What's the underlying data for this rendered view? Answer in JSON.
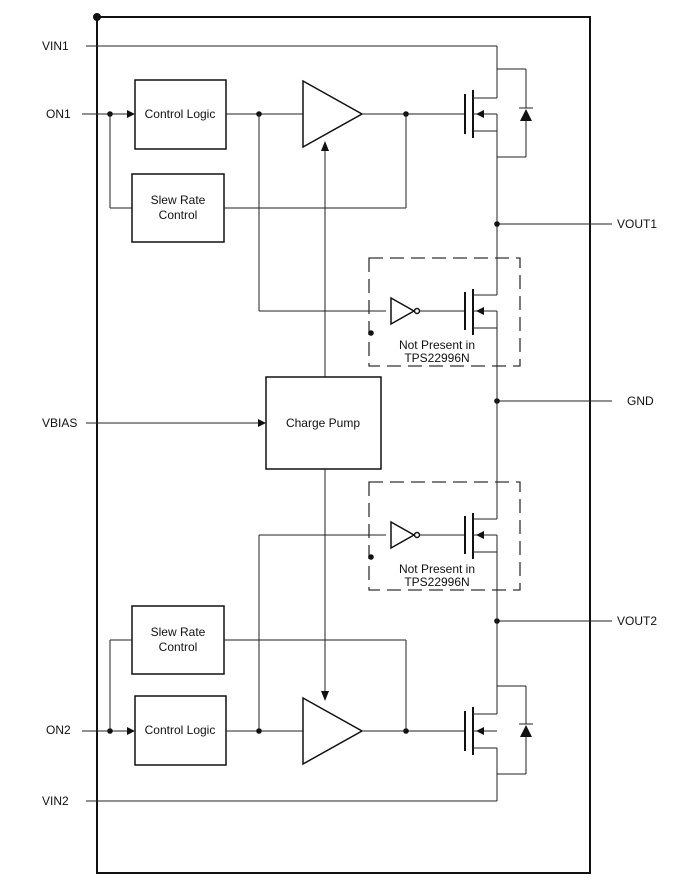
{
  "pins": {
    "vin1": "VIN1",
    "on1": "ON1",
    "vout1": "VOUT1",
    "vbias": "VBIAS",
    "gnd": "GND",
    "vout2": "VOUT2",
    "on2": "ON2",
    "vin2": "VIN2"
  },
  "blocks": {
    "control_logic_1": "Control Logic",
    "slew_rate_1_line1": "Slew Rate",
    "slew_rate_1_line2": "Control",
    "charge_pump": "Charge Pump",
    "slew_rate_2_line1": "Slew Rate",
    "slew_rate_2_line2": "Control",
    "control_logic_2": "Control Logic"
  },
  "notes": {
    "not_present_1_line1": "Not Present in",
    "not_present_1_line2": "TPS22996N",
    "not_present_2_line1": "Not Present in",
    "not_present_2_line2": "TPS22996N"
  }
}
